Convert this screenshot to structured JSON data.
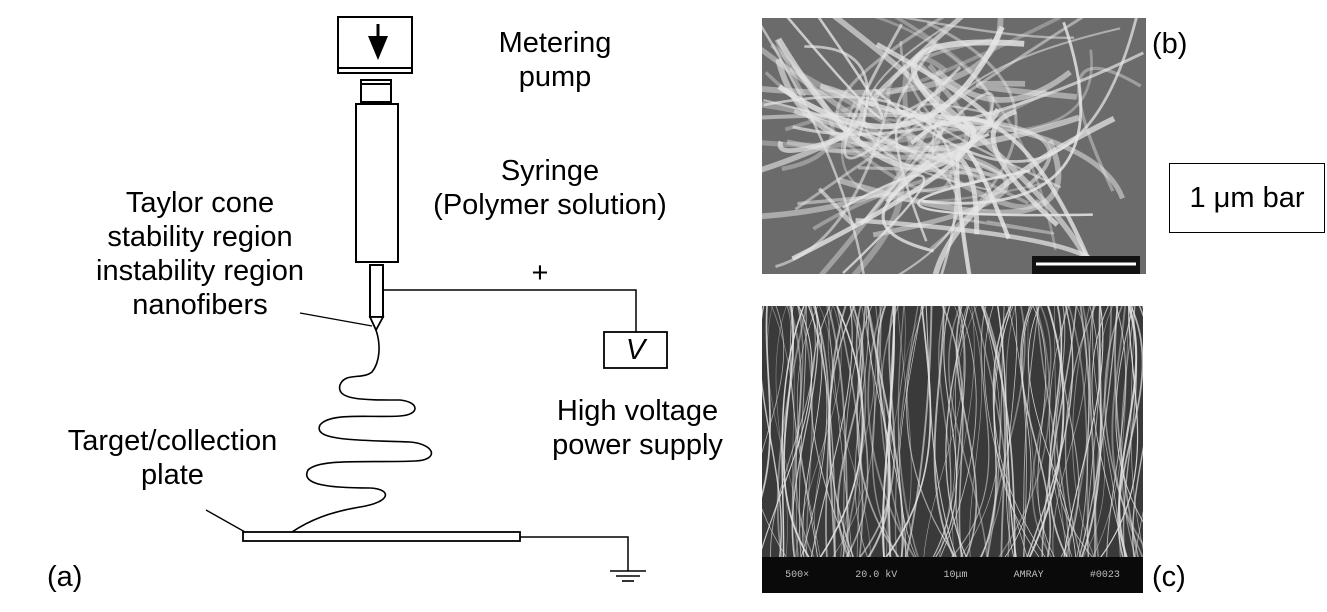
{
  "labels": {
    "pump": [
      "Metering",
      "pump"
    ],
    "syringe": [
      "Syringe",
      "(Polymer solution)"
    ],
    "taylor": [
      "Taylor cone",
      "stability region",
      "instability region",
      "nanofibers"
    ],
    "plus": "+",
    "voltage_symbol": "V",
    "power": [
      "High voltage",
      "power supply"
    ],
    "target": [
      "Target/collection",
      "plate"
    ],
    "panel_a": "(a)",
    "panel_b": "(b)",
    "panel_c": "(c)",
    "scale_bar": "1 μm bar"
  },
  "sem_c_footer": [
    "500×",
    "20.0 kV",
    "10μm",
    "AMRAY",
    "#0023"
  ],
  "colors": {
    "sem_background": "#6b6b6b",
    "sem_fiber": "#e6e6e6",
    "sem_c_background": "#3a3a3a"
  }
}
